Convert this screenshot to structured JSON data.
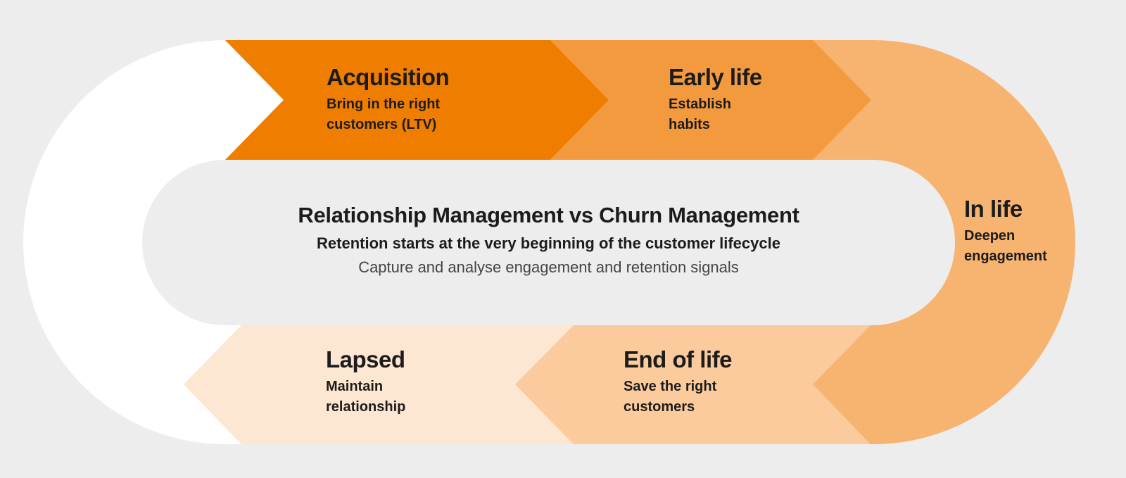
{
  "colors": {
    "background": "#ededed",
    "loop_left": "#ffffff",
    "acquisition": "#ef7d00",
    "early_life": "#f39a3f",
    "in_life": "#f7b370",
    "end_of_life": "#fbcb9e",
    "lapsed": "#fde6d2",
    "center": "#ededed"
  },
  "center": {
    "title": "Relationship Management vs Churn Management",
    "subtitle": "Retention starts at the very beginning of the customer lifecycle",
    "note": "Capture and analyse engagement and retention signals"
  },
  "stages": [
    {
      "title": "Acquisition",
      "line1": "Bring in the right",
      "line2": "customers (LTV)"
    },
    {
      "title": "Early life",
      "line1": "Establish",
      "line2": "habits"
    },
    {
      "title": "In life",
      "line1": "Deepen",
      "line2": "engagement"
    },
    {
      "title": "End of life",
      "line1": "Save the right",
      "line2": "customers"
    },
    {
      "title": "Lapsed",
      "line1": "Maintain",
      "line2": "relationship"
    }
  ]
}
